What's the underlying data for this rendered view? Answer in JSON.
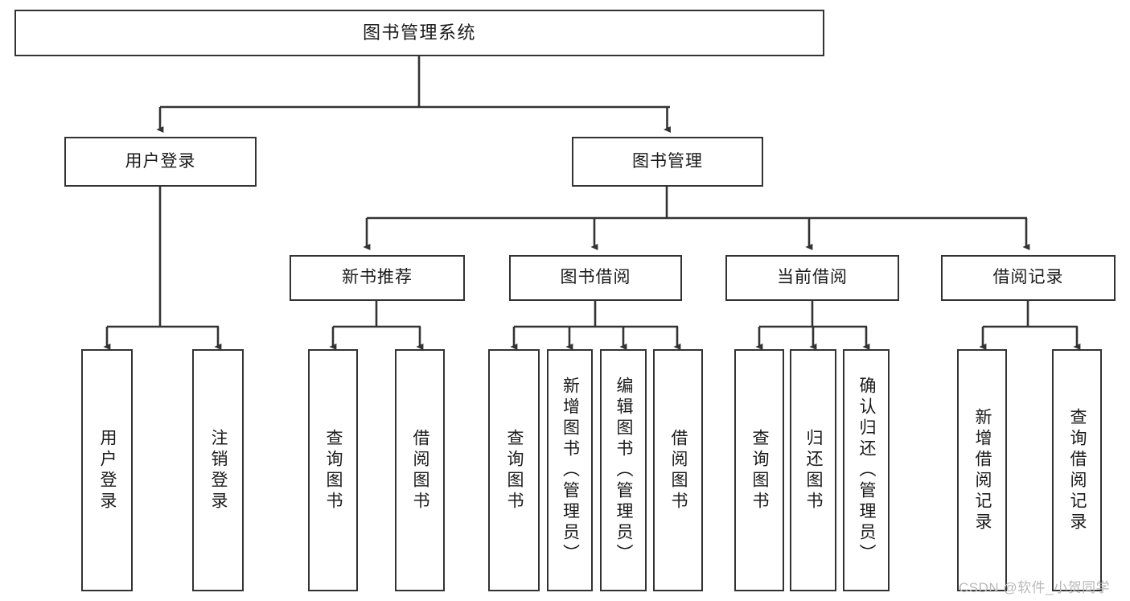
{
  "diagram": {
    "type": "tree-hierarchy-chart",
    "title": "图书管理系统",
    "stroke_color": "#333333",
    "background_color": "#ffffff",
    "watermark": "CSDN @软件_小贺同学"
  },
  "nodes": {
    "root": {
      "label": "图书管理系统"
    },
    "level2": [
      {
        "label": "用户登录"
      },
      {
        "label": "图书管理"
      }
    ],
    "level3": [
      {
        "label": "新书推荐"
      },
      {
        "label": "图书借阅"
      },
      {
        "label": "当前借阅"
      },
      {
        "label": "借阅记录"
      }
    ],
    "leaves": {
      "user_login": [
        {
          "label": "用户登录"
        },
        {
          "label": "注销登录"
        }
      ],
      "new_book_rec": [
        {
          "label": "查询图书"
        },
        {
          "label": "借阅图书"
        }
      ],
      "book_borrow": [
        {
          "label": "查询图书"
        },
        {
          "label": "新增图书（管理员）"
        },
        {
          "label": "编辑图书（管理员）"
        },
        {
          "label": "借阅图书"
        }
      ],
      "current_borrow": [
        {
          "label": "查询图书"
        },
        {
          "label": "归还图书"
        },
        {
          "label": "确认归还（管理员）"
        }
      ],
      "borrow_record": [
        {
          "label": "新增借阅记录"
        },
        {
          "label": "查询借阅记录"
        }
      ]
    }
  }
}
